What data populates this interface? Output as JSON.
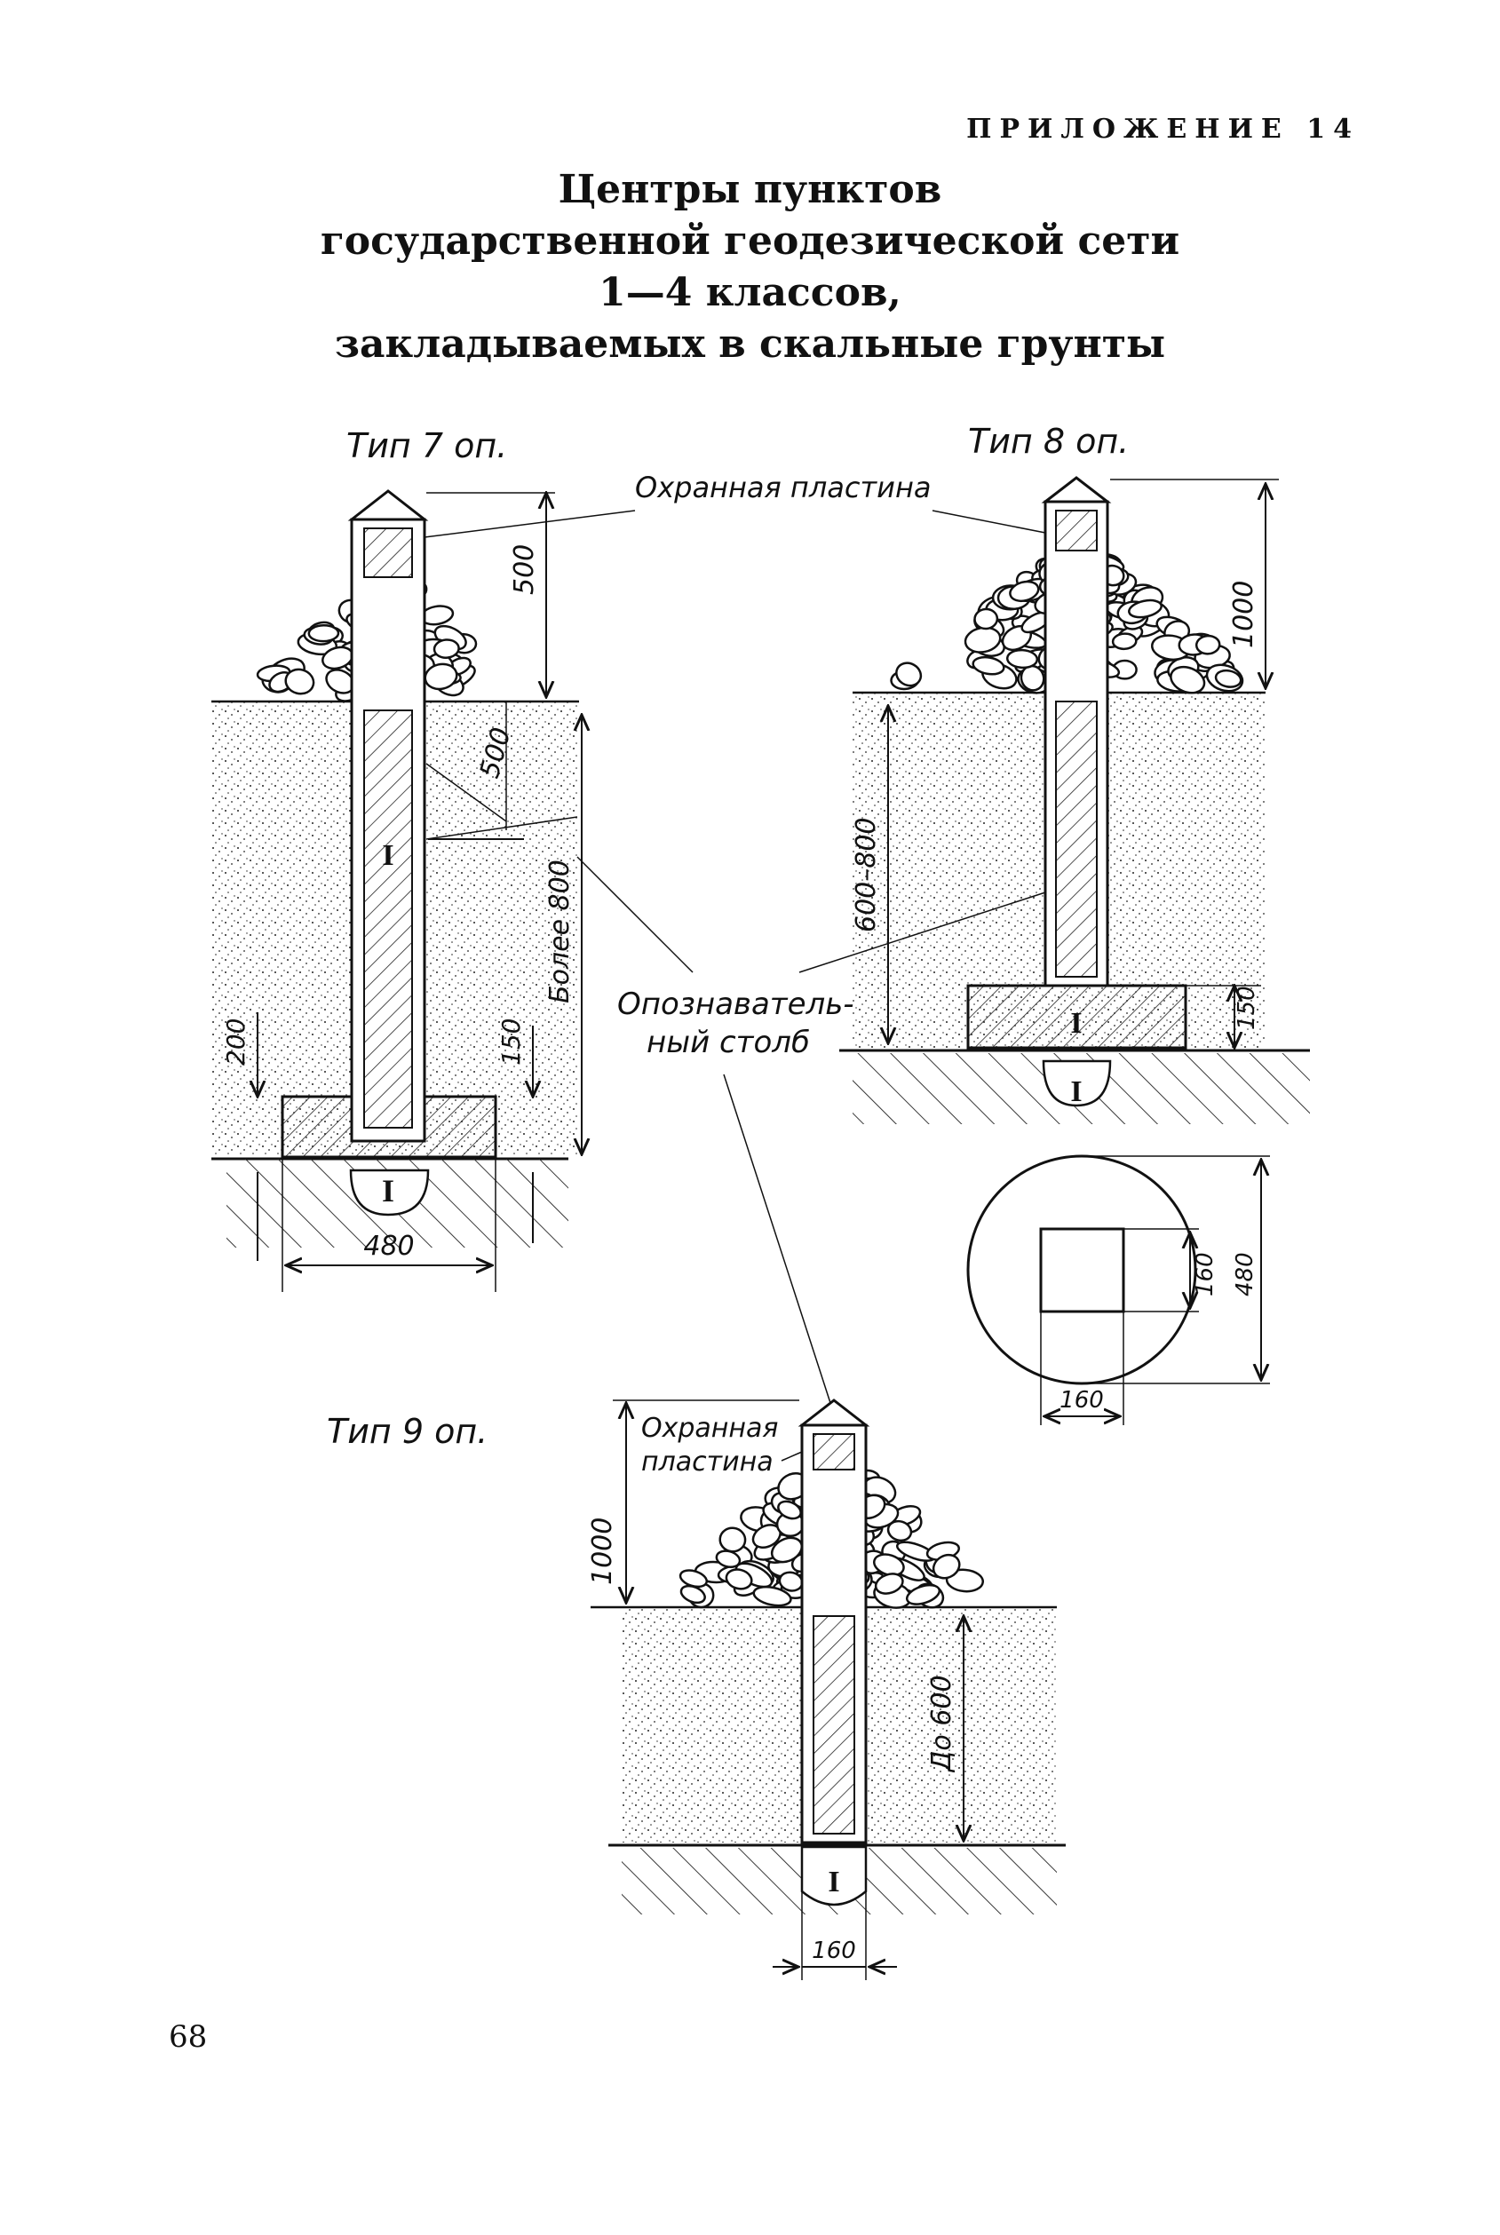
{
  "header": {
    "appendix": "ПРИЛОЖЕНИЕ 14"
  },
  "title": {
    "line1": "Центры пунктов",
    "line2": "государственной геодезической сети",
    "line3": "1—4 классов,",
    "line4": "закладываемых в скальные грунты"
  },
  "diagram": {
    "type7": {
      "label": "Тип 7 оп.",
      "dim_top": "500",
      "dim_upper": "500",
      "dim_depth": "Более  800",
      "dim_200": "200",
      "dim_150": "150",
      "dim_width": "480"
    },
    "type8": {
      "label": "Тип 8 оп.",
      "dim_top": "1000",
      "dim_depth": "600–800",
      "dim_150": "150"
    },
    "plan": {
      "dim_160_v": "160",
      "dim_480": "480",
      "dim_160_h": "160"
    },
    "type9": {
      "label": "Тип 9 оп.",
      "dim_top": "1000",
      "dim_depth": "До 600",
      "dim_width": "160"
    },
    "callouts": {
      "protective_plate": "Охранная пластина",
      "protective_plate_a": "Охранная",
      "protective_plate_b": "пластина",
      "marker_post_a": "Опознаватель-",
      "marker_post_b": "ный  столб"
    }
  },
  "footer": {
    "page_number": "68"
  }
}
